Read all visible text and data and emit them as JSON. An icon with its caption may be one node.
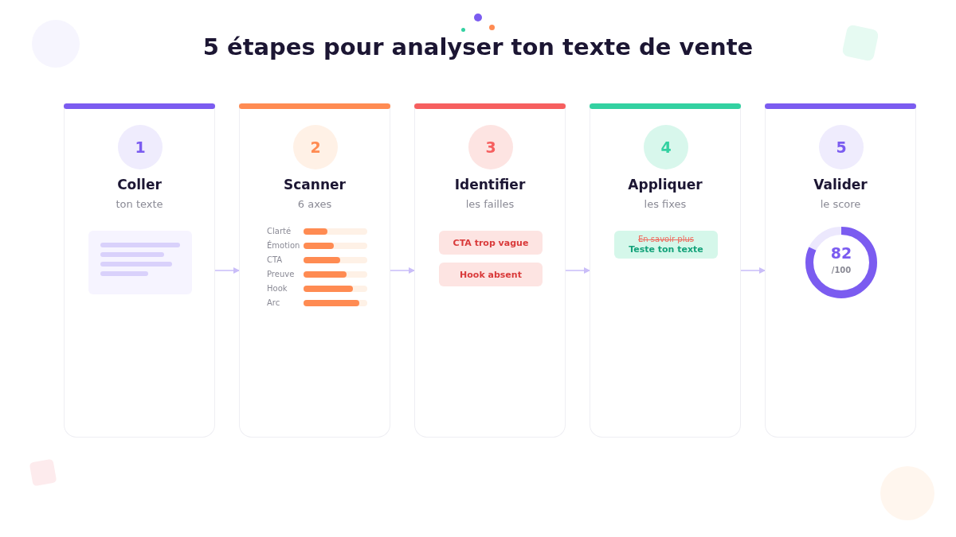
{
  "diagram": {
    "title": "5 étapes pour analyser ton texte de vente",
    "nodes": [
      {
        "text": [
          "Coller",
          "ton texte"
        ]
      },
      {
        "text": [
          "1"
        ],
        "in": 0
      },
      {
        "text": [
          "Scanner",
          "6 axes"
        ]
      },
      {
        "text": [
          "2"
        ],
        "in": 2
      },
      {
        "text": [
          "Identifier",
          "les failles"
        ]
      },
      {
        "text": [
          "3"
        ],
        "in": 4
      },
      {
        "text": [
          "CTA trop vague"
        ],
        "in": 4
      },
      {
        "text": [
          "Hook absent"
        ],
        "in": 4
      },
      {
        "text": [
          "Appliquer",
          "les fixes"
        ]
      },
      {
        "text": [
          "4"
        ],
        "in": 8
      },
      {
        "text": [
          "En savoir plus",
          "Teste ton texte"
        ],
        "in": 8
      },
      {
        "text": [
          "Valider",
          "le score"
        ]
      },
      {
        "text": [
          "5"
        ],
        "in": 11
      },
      {
        "text": [
          "82",
          "/100"
        ],
        "in": 11
      }
    ],
    "edges": [
      {
        "from": 0,
        "to": 2,
        "arrow": "to"
      },
      {
        "from": 2,
        "to": 4,
        "arrow": "to"
      },
      {
        "from": 4,
        "to": 8,
        "arrow": "to"
      },
      {
        "from": 8,
        "to": 11,
        "arrow": "to"
      }
    ],
    "labels": [
      "Clarté",
      "Émotion",
      "CTA",
      "Preuve",
      "Hook",
      "Arc"
    ]
  }
}
